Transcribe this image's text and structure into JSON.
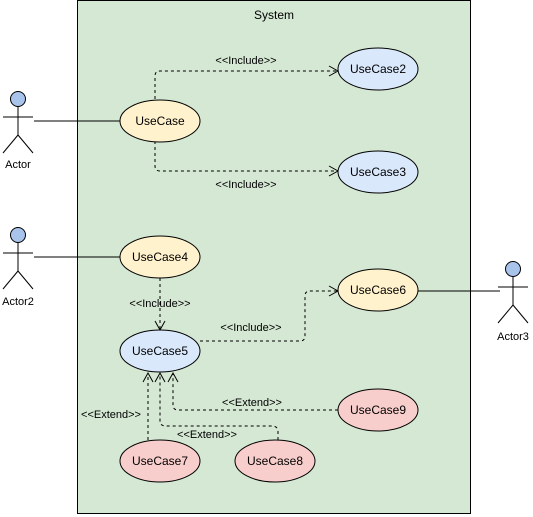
{
  "system": {
    "title": "System",
    "fill": "#d5e8d4",
    "stroke": "#000000"
  },
  "actors": [
    {
      "id": "a1",
      "label": "Actor",
      "fill": "#a9c4eb"
    },
    {
      "id": "a2",
      "label": "Actor2",
      "fill": "#a9c4eb"
    },
    {
      "id": "a3",
      "label": "Actor3",
      "fill": "#a9c4eb"
    }
  ],
  "use_cases": [
    {
      "id": "uc1",
      "label": "UseCase",
      "fill": "#fff2cc"
    },
    {
      "id": "uc2",
      "label": "UseCase2",
      "fill": "#dae8fc"
    },
    {
      "id": "uc3",
      "label": "UseCase3",
      "fill": "#dae8fc"
    },
    {
      "id": "uc4",
      "label": "UseCase4",
      "fill": "#fff2cc"
    },
    {
      "id": "uc5",
      "label": "UseCase5",
      "fill": "#dae8fc"
    },
    {
      "id": "uc6",
      "label": "UseCase6",
      "fill": "#fff2cc"
    },
    {
      "id": "uc7",
      "label": "UseCase7",
      "fill": "#f8cecc"
    },
    {
      "id": "uc8",
      "label": "UseCase8",
      "fill": "#f8cecc"
    },
    {
      "id": "uc9",
      "label": "UseCase9",
      "fill": "#f8cecc"
    }
  ],
  "relations": [
    {
      "id": "r1",
      "label": "<<Include>>"
    },
    {
      "id": "r2",
      "label": "<<Include>>"
    },
    {
      "id": "r3",
      "label": "<<Include>>"
    },
    {
      "id": "r4",
      "label": "<<Include>>"
    },
    {
      "id": "r5",
      "label": "<<Extend>>"
    },
    {
      "id": "r6",
      "label": "<<Extend>>"
    },
    {
      "id": "r7",
      "label": "<<Extend>>"
    }
  ]
}
